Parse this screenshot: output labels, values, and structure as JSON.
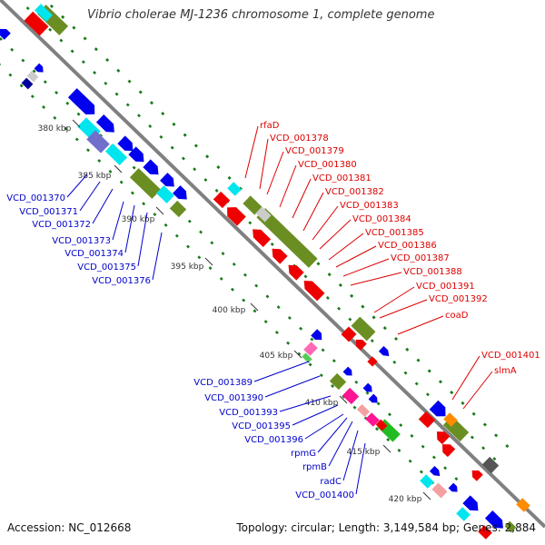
{
  "title": "Vibrio cholerae MJ-1236 chromosome 1, complete genome",
  "footer": {
    "accession": "Accession: NC_012668",
    "topology": "Topology: circular; Length: 3,149,584 bp; Genes: 2,884"
  },
  "colors": {
    "forward_cds": "#0000ee",
    "reverse_cds": "#ee0000",
    "label_forward": "#0000cc",
    "label_reverse": "#dd0000",
    "rna_green": "#6b8e23",
    "cyan": "#00e5ee",
    "backbone": "#808080",
    "tick_green": "#1a7a1a"
  },
  "scale_labels": [
    "380 kbp",
    "385 kbp",
    "390 kbp",
    "395 kbp",
    "400 kbp",
    "405 kbp",
    "410 kbp",
    "415 kbp",
    "420 kbp"
  ],
  "labels_left_group1": [
    "VCD_001370",
    "VCD_001371",
    "VCD_001372",
    "VCD_001373",
    "VCD_001374",
    "VCD_001375",
    "VCD_001376"
  ],
  "labels_right_group1": [
    "rfaD",
    "VCD_001378",
    "VCD_001379",
    "VCD_001380",
    "VCD_001381",
    "VCD_001382",
    "VCD_001383",
    "VCD_001384",
    "VCD_001385",
    "VCD_001386",
    "VCD_001387",
    "VCD_001388",
    "VCD_001391",
    "VCD_001392",
    "coaD"
  ],
  "labels_left_group2": [
    "VCD_001389",
    "VCD_001390",
    "VCD_001393",
    "VCD_001395",
    "VCD_001396",
    "rpmG",
    "rpmB",
    "radC",
    "VCD_001400"
  ],
  "labels_right_group2": [
    "VCD_001401",
    "slmA"
  ]
}
